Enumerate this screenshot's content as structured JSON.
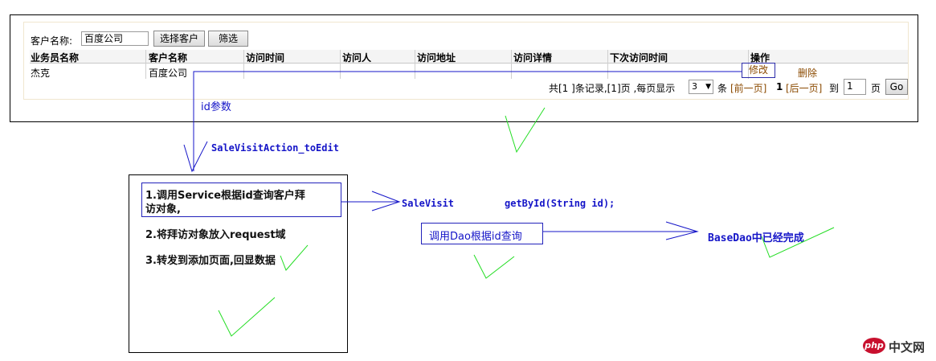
{
  "filter": {
    "customer_label": "客户名称:",
    "customer_value": "百度公司",
    "select_button": "选择客户",
    "filter_button": "筛选"
  },
  "table": {
    "headers": [
      "业务员名称",
      "客户名称",
      "访问时间",
      "访问人",
      "访问地址",
      "访问详情",
      "下次访问时间",
      "操作"
    ],
    "row": {
      "salesperson": "杰克",
      "customer": "百度公司",
      "edit_link": "修改",
      "delete_link": "删除"
    }
  },
  "pagination": {
    "summary": "共[1 ]条记录,[1]页 ,每页显示",
    "page_size": "3",
    "unit": "条",
    "prev": "[前一页]",
    "current": "1",
    "next": "[后一页]",
    "goto_label": "到",
    "goto_value": "1",
    "page_label": "页",
    "go_button": "Go"
  },
  "diagram": {
    "id_param": "id参数",
    "action": "SaleVisitAction_toEdit",
    "step1": "1.调用Service根据id查询客户拜访对象,",
    "step1_line1": "1.调用Service根据id查询客户拜",
    "step1_line2": "访对象,",
    "step2": "2.将拜访对象放入request域",
    "step3": "3.转发到添加页面,回显数据",
    "service_class": "SaleVisit",
    "service_method": "getById(String id);",
    "dao_query": "调用Dao根据id查询",
    "base_dao": "BaseDao中已经完成"
  },
  "watermark": {
    "logo": "php",
    "text": "中文网"
  },
  "colors": {
    "arrow_blue": "#1515c8",
    "check_green": "#22dd22",
    "link_brown": "#8b4a00"
  }
}
